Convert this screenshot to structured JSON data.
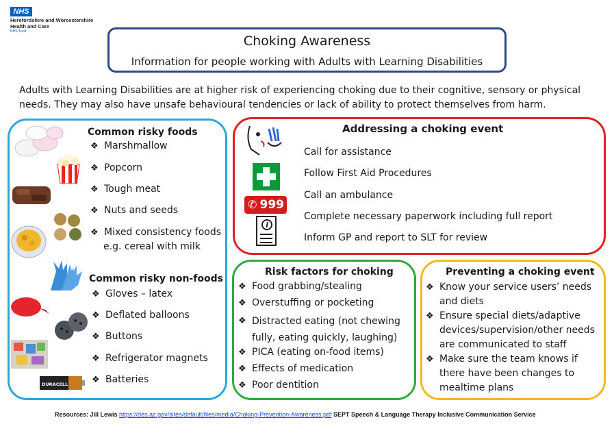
{
  "logo": {
    "badge": "NHS",
    "org_line1": "Herefordshire and Worcestershire",
    "org_line2": "Health and Care",
    "org_line3": "NHS Trust"
  },
  "title": {
    "main": "Choking Awareness",
    "sub": "Information for people working with Adults with Learning Disabilities"
  },
  "intro": {
    "line1": "Adults with Learning Disabilities are at higher risk of experiencing choking due to their cognitive, sensory or physical",
    "line2": "needs. They may also have unsafe behavioural tendencies or lack of ability to protect themselves from harm."
  },
  "foods": {
    "heading": "Common risky foods",
    "items": [
      "Marshmallow",
      "Popcorn",
      "Tough meat",
      "Nuts and seeds",
      "Mixed consistency foods"
    ],
    "extra": "e.g. cereal with milk"
  },
  "nonfoods": {
    "heading": "Common risky non-foods",
    "items": [
      "Gloves – latex",
      "Deflated balloons",
      "Buttons",
      "Refrigerator magnets",
      "Batteries"
    ]
  },
  "addressing": {
    "heading": "Addressing a choking event",
    "steps": [
      "Call for assistance",
      "Follow First Aid Procedures",
      "Call an ambulance",
      "Complete necessary paperwork including full report",
      "Inform GP and report to SLT for review"
    ],
    "ambulance_icon_text": "999",
    "info_icon_text": "i"
  },
  "risk": {
    "heading": "Risk factors for choking",
    "items": [
      {
        "l1": "Food grabbing/stealing"
      },
      {
        "l1": "Overstuffing or pocketing"
      },
      {
        "l1": "Distracted eating (not chewing",
        "l2": "fully, eating quickly, laughing)"
      },
      {
        "l1": "PICA (eating on-food items)"
      },
      {
        "l1": "Effects of medication"
      },
      {
        "l1": "Poor dentition"
      }
    ]
  },
  "preventing": {
    "heading": "Preventing a choking event",
    "items": [
      {
        "l1": "Know your service users’ needs",
        "l2": "and diets"
      },
      {
        "l1": "Ensure special diets/adaptive",
        "l2": "devices/supervision/other needs",
        "l3": "are communicated to staff"
      },
      {
        "l1": "Make sure the team knows if",
        "l2": "there have been changes to",
        "l3": "mealtime plans"
      }
    ]
  },
  "footer": {
    "prefix": "Resources: Jill Lewis ",
    "link": "https://des.az.gov/sites/default/files/media/Choking-Prevention-Awareness.pdf",
    "suffix": "  SEPT Speech & Language Therapy Inclusive Communication Service"
  },
  "bullet_glyph": "❖",
  "battery_label": "DURACELL",
  "colors": {
    "nhs_blue": "#005eb8",
    "title_border": "#2d4a80",
    "blue": "#29a8e0",
    "red": "#e0201d",
    "green": "#2eaa3c",
    "yellow": "#f2b81c"
  }
}
